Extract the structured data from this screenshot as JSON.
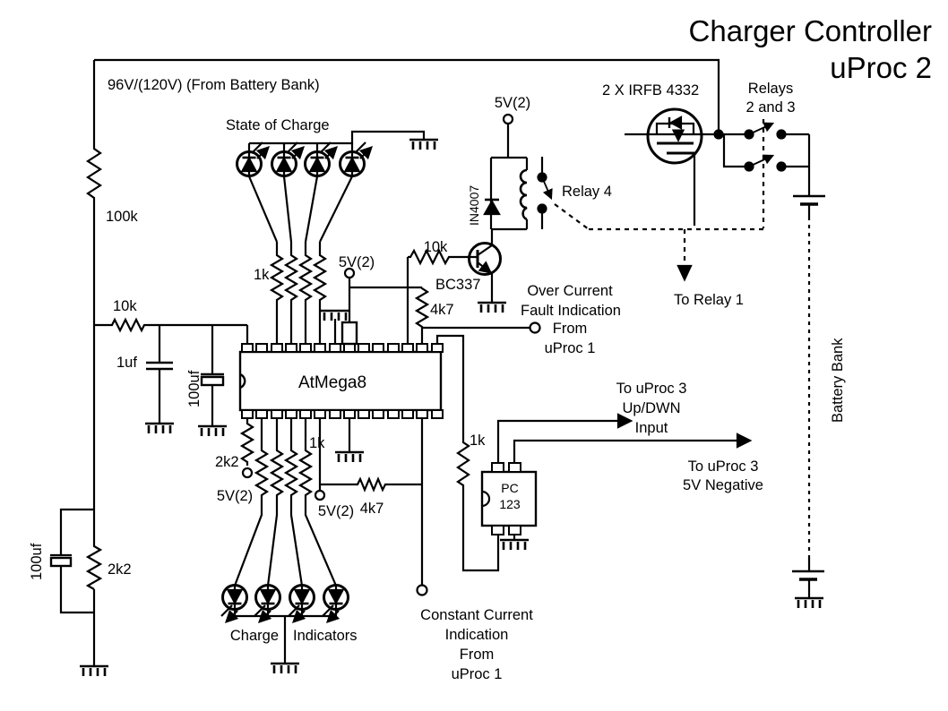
{
  "title": {
    "line1": "Charger Controller",
    "line2": "uProc 2"
  },
  "labels": {
    "supply": "96V/(120V) (From Battery Bank)",
    "soc": "State of Charge",
    "charge": "Charge",
    "indicators": "Indicators"
  },
  "power": {
    "v5": "5V(2)"
  },
  "components": {
    "r100k": "100k",
    "r10k_in": "10k",
    "c1uf": "1uf",
    "c100uf": "100uf",
    "r2k2": "2k2",
    "r1k": "1k",
    "r4k7": "4k7",
    "r10k_base": "10k",
    "mcu": "AtMega8",
    "bjt": "BC337",
    "diode": "IN4007",
    "mosfet": "2 X IRFB 4332",
    "opto1": "PC",
    "opto2": "123"
  },
  "relays": {
    "r4": "Relay 4",
    "r23a": "Relays",
    "r23b": "2 and 3",
    "to1": "To Relay 1"
  },
  "battery": {
    "bank": "Battery Bank"
  },
  "ann": {
    "oc": [
      "Over Current",
      "Fault Indication",
      "From",
      "uProc 1"
    ],
    "cc": [
      "Constant Current",
      "Indication",
      "From",
      "uProc 1"
    ],
    "up": [
      "To uProc 3",
      "Up/DWN",
      "Input"
    ],
    "neg": [
      "To uProc 3",
      "5V Negative"
    ]
  },
  "colors": {
    "ink": "#000000",
    "background": "#ffffff"
  }
}
